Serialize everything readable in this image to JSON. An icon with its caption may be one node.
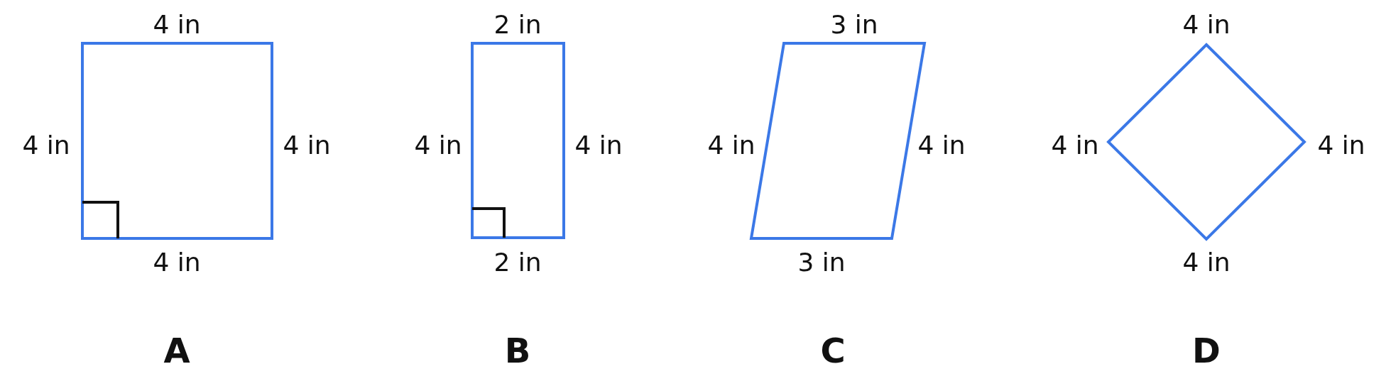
{
  "diagram": {
    "nodes": [
      {
        "text": [
          "A"
        ],
        "beside": [
          "4 in",
          "4 in",
          "4 in",
          "4 in"
        ]
      },
      {
        "text": [
          "B"
        ],
        "beside": [
          "2 in",
          "4 in",
          "4 in",
          "2 in"
        ]
      },
      {
        "text": [
          "C"
        ],
        "beside": [
          "3 in",
          "4 in",
          "4 in",
          "3 in"
        ]
      },
      {
        "text": [
          "D"
        ],
        "beside": [
          "4 in",
          "4 in",
          "4 in",
          "4 in"
        ]
      }
    ]
  }
}
